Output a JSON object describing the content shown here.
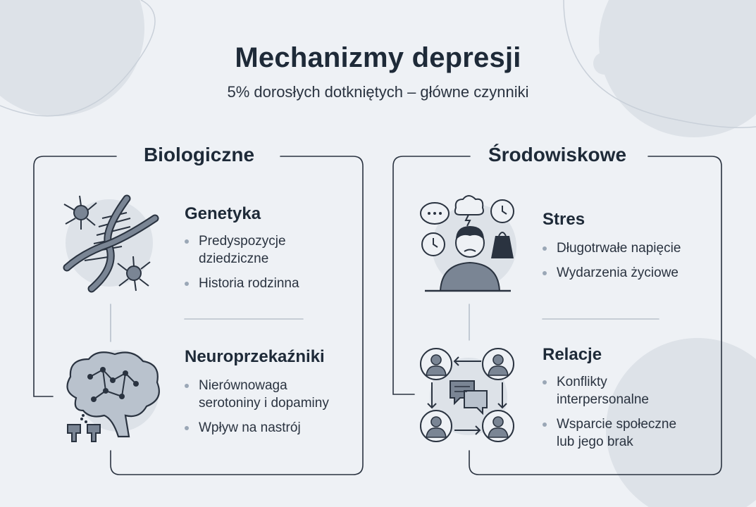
{
  "title": "Mechanizmy depresji",
  "subtitle": "5% dorosłych dotkniętych – główne czynniki",
  "colors": {
    "background": "#eef1f5",
    "line": "#2a3340",
    "icon_fill": "#7a8594",
    "icon_dark": "#2a3340",
    "blob": "#dde2e8"
  },
  "sections": [
    {
      "title": "Biologiczne",
      "cards": [
        {
          "title": "Genetyka",
          "icon": "dna-neuron-icon",
          "bullets": [
            "Predyspozycje\ndziedziczne",
            "Historia rodzinna"
          ]
        },
        {
          "title": "Neuroprzekaźniki",
          "icon": "brain-synapse-icon",
          "bullets": [
            "Nierównowaga\nserotoniny i dopaminy",
            "Wpływ na nastrój"
          ]
        }
      ]
    },
    {
      "title": "Środowiskowe",
      "cards": [
        {
          "title": "Stres",
          "icon": "stressed-person-icon",
          "bullets": [
            "Długotrwałe napięcie",
            "Wydarzenia życiowe"
          ]
        },
        {
          "title": "Relacje",
          "icon": "social-network-icon",
          "bullets": [
            "Konflikty\ninterpersonalne",
            "Wsparcie społeczne\nlub jego brak"
          ]
        }
      ]
    }
  ]
}
